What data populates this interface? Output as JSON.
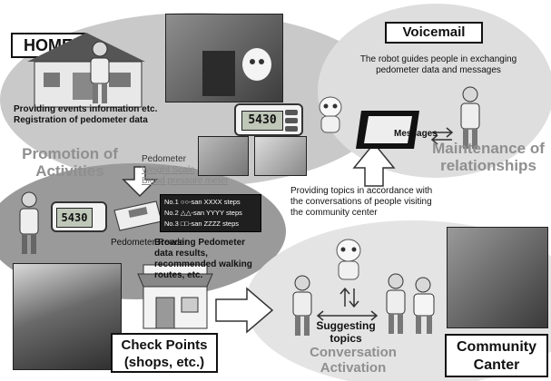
{
  "home": {
    "label": "HOME",
    "description_lines": [
      "Providing events information etc.",
      "Registration of pedometer data"
    ]
  },
  "voicemail": {
    "label": "Voicemail",
    "description_lines": [
      "The robot guides people in exchanging",
      "pedometer data and messages"
    ],
    "messages_label": "Messages",
    "maintenance_lines": [
      "Maintenance of",
      "relationships"
    ]
  },
  "promotion": {
    "lines": [
      "Promotion of",
      "Activities"
    ],
    "device_labels": [
      "Pedometer",
      "Weight Scale",
      "Blood pressure meter"
    ]
  },
  "pedometer_reader": {
    "label": "Pedometer Reader",
    "ranking_lines": [
      "No.1 ○○-san XXXX steps",
      "No.2 △△-san YYYY steps",
      "No.3 □□-san ZZZZ steps"
    ]
  },
  "pedometer_display": "5430",
  "community_topics_lines": [
    "Providing topics in accordance with",
    "the conversations of people visiting",
    "the  community center"
  ],
  "checkpoints": {
    "browsing_lines": [
      "Browsing Pedometer",
      "data results,",
      "recommended walking",
      "routes, etc."
    ],
    "label_lines": [
      "Check Points",
      "(shops, etc.)"
    ]
  },
  "conversation": {
    "suggesting_lines": [
      "Suggesting",
      "topics"
    ],
    "activation_lines": [
      "Conversation",
      "Activation"
    ]
  },
  "community_center": {
    "label_lines": [
      "Community",
      "Canter"
    ]
  },
  "colors": {
    "ellipse": "#cfcfcf",
    "ellipse_light": "#e6e6e6",
    "gray_text": "#8f8f8f"
  }
}
